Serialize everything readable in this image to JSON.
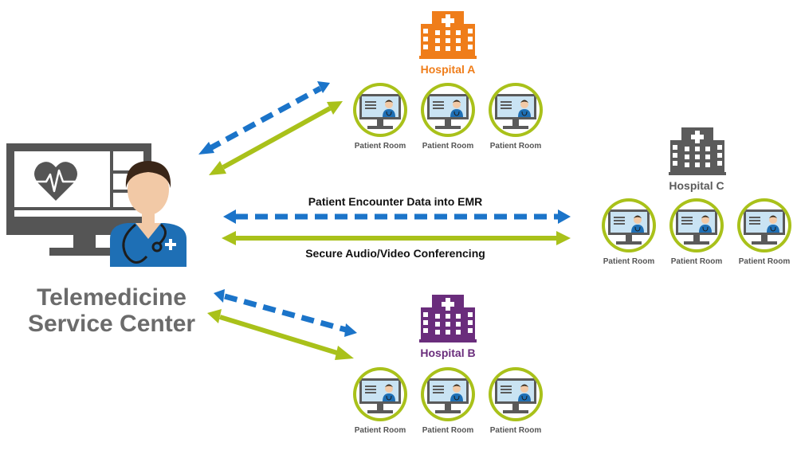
{
  "colors": {
    "hospital_a": "#ef7d1a",
    "hospital_b": "#6a2d7c",
    "hospital_c": "#5b5b5b",
    "data_link": "#1b74c9",
    "av_link": "#a9c11a",
    "monitor": "#555555",
    "scrubs": "#1e6fb5"
  },
  "service_center": {
    "line1": "Telemedicine",
    "line2": "Service Center",
    "icons": [
      "monitor-icon",
      "heart-icon",
      "doctor-icon",
      "stethoscope-icon"
    ]
  },
  "links": {
    "data_label": "Patient Encounter Data into EMR",
    "av_label": "Secure Audio/Video Conferencing"
  },
  "hospitals": [
    {
      "id": "a",
      "name": "Hospital A",
      "icon": "hospital-building-icon",
      "rooms": [
        "Patient Room",
        "Patient Room",
        "Patient Room"
      ]
    },
    {
      "id": "c",
      "name": "Hospital C",
      "icon": "hospital-building-icon",
      "rooms": [
        "Patient Room",
        "Patient Room",
        "Patient Room"
      ]
    },
    {
      "id": "b",
      "name": "Hospital B",
      "icon": "hospital-building-icon",
      "rooms": [
        "Patient Room",
        "Patient Room",
        "Patient Room"
      ]
    }
  ]
}
